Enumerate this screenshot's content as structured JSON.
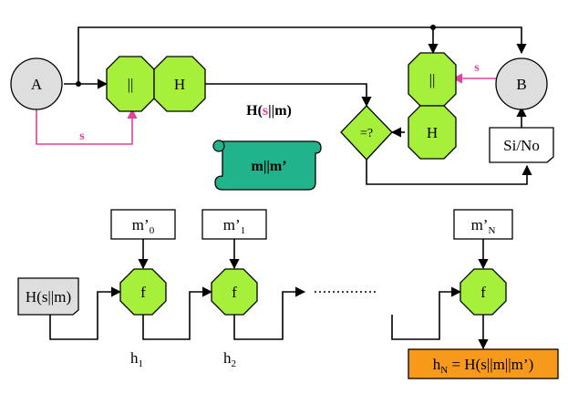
{
  "colors": {
    "octagon_fill": "#a6ef3a",
    "circle_fill": "#dedede",
    "pink": "#e2429a",
    "scroll_fill": "#20b38c",
    "result_fill": "#f79a1c"
  },
  "top": {
    "node_a": "A",
    "node_b": "B",
    "concat_left": "||",
    "hash_left": "H",
    "concat_right": "||",
    "hash_right": "H",
    "compare": "=?",
    "secret_left": "s",
    "secret_right": "s",
    "hash_label_prefix": "H(",
    "hash_label_s": "s",
    "hash_label_suffix": "||m)",
    "scroll_text": "m||m’",
    "decision": "Si/No"
  },
  "bottom": {
    "input": "H(s||m)",
    "msg0_main": "m’",
    "msg0_sub": "0",
    "msg1_main": "m’",
    "msg1_sub": "1",
    "msgN_main": "m’",
    "msgN_sub": "N",
    "f1": "f",
    "f2": "f",
    "fN": "f",
    "h1_main": "h",
    "h1_sub": "1",
    "h2_main": "h",
    "h2_sub": "2",
    "result_main": "h",
    "result_sub": "N",
    "result_rest": " = H(s||m||m’)"
  }
}
